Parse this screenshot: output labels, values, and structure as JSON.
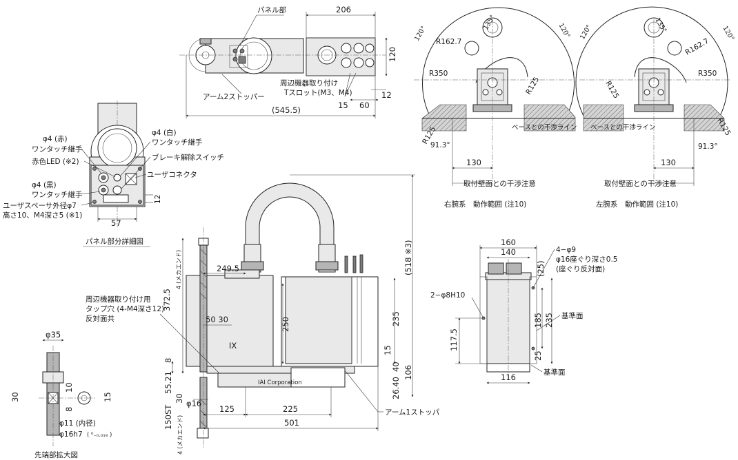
{
  "top_view": {
    "panel_label": "パネル部",
    "dim_206": "206",
    "dim_120": "120",
    "dim_12": "12",
    "dim_15": "15",
    "dim_60": "60",
    "dim_545": "(545.5)",
    "arm2_stopper": "アーム2ストッパー",
    "tslot_line1": "周辺機器取り付け",
    "tslot_line2": "Tスロット(M3、M4)"
  },
  "panel_detail": {
    "air_red_1": "φ4 (赤)",
    "air_red_2": "ワンタッチ継手",
    "red_led": "赤色LED (※2)",
    "air_black_1": "φ4 (黒)",
    "air_black_2": "ワンタッチ継手",
    "spacer_1": "ユーザスペーサ外径φ7",
    "spacer_2": "高さ10、M4深さ5 (※1)",
    "air_white_1": "φ4 (白)",
    "air_white_2": "ワンタッチ継手",
    "brake_switch": "ブレーキ解除スイッチ",
    "user_connector": "ユーザコネクタ",
    "dim_12": "12",
    "dim_57": "57",
    "caption": "パネル部分詳細図"
  },
  "right_arm": {
    "ang_135": "135°",
    "ang_120_left": "120°",
    "ang_120_right": "120°",
    "r1627": "R162.7",
    "r350": "R350",
    "r125_a": "R125",
    "r125_b": "R125",
    "ang_913": "91.3°",
    "base_line": "ベースとの干渉ライン",
    "dim_130": "130",
    "wall_note": "取付壁面との干渉注意",
    "caption": "右腕系　動作範囲 (注10)"
  },
  "left_arm": {
    "ang_135": "135°",
    "ang_120_left": "120°",
    "ang_120_right": "120°",
    "r1627": "R162.7",
    "r350": "R350",
    "r125_a": "R125",
    "r125_b": "R125",
    "ang_913": "91.3°",
    "base_line": "ベースとの干渉ライン",
    "dim_130": "130",
    "wall_note": "取付壁面との干渉注意",
    "caption": "左腕系　動作範囲 (注10)"
  },
  "side_view": {
    "stroke_4_top": "4 (メカエンド)",
    "dim_3725": "372.5",
    "dim_2495": "249.5",
    "tap_1": "周辺機器取り付け用",
    "tap_2": "タップ穴 (4-M4深さ12)",
    "tap_3": "反対面共",
    "dim_5030": "50 30",
    "dim_250": "250",
    "dim_235": "235",
    "dim_518": "(518 ※3)",
    "dim_15": "15",
    "dim_40": "40",
    "dim_106": "106",
    "dim_2640": "26.40",
    "dim_8": "8",
    "dim_5521": "55.21",
    "dim_30": "30",
    "phi16": "φ16",
    "dim_125": "125",
    "dim_225": "225",
    "dim_501": "501",
    "dim_150st": "150ST",
    "stroke_4_bottom": "4 (メカエンド)",
    "arm1_stopper": "アーム1ストッパ",
    "logo": "IX",
    "brand": "IAI Corporation"
  },
  "tip_detail": {
    "phi35": "φ35",
    "dim_30": "30",
    "dim_10": "10",
    "dim_8": "8",
    "dim_15": "15",
    "phi11": "φ11 (内径)",
    "phi16h7": "φ16h7",
    "tol": "( ⁰₋₀.₀₁₈ )",
    "caption": "先端部拡大図"
  },
  "base_view": {
    "dim_160": "160",
    "dim_140": "140",
    "holes_1": "4−φ9",
    "holes_2": "φ16座ぐり深さ0.5",
    "holes_3": "(座ぐり反対面)",
    "dim_25_top": "(25)",
    "pin_holes": "2−φ8H10",
    "dim_185": "185",
    "dim_235": "235",
    "datum_1": "基準面",
    "dim_1175": "117.5",
    "dim_25_bot": "25",
    "dim_116": "116",
    "datum_2": "基準面"
  }
}
